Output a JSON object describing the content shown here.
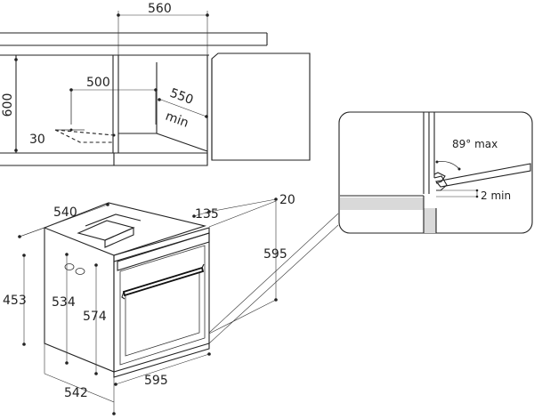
{
  "top_view": {
    "width_dim": "560",
    "height_dim": "600",
    "inner_dim": "500",
    "depth_dim": "550",
    "depth_unit": "min",
    "angle_dim": "30"
  },
  "oven_view": {
    "depth_top": "540",
    "panel_dim": "135",
    "gap_dim": "20",
    "height_total": "595",
    "height_453": "453",
    "height_534": "534",
    "height_574": "574",
    "width_bottom": "595",
    "depth_bottom": "542"
  },
  "detail_view": {
    "door_angle": "89° max",
    "gap": "2 min"
  }
}
